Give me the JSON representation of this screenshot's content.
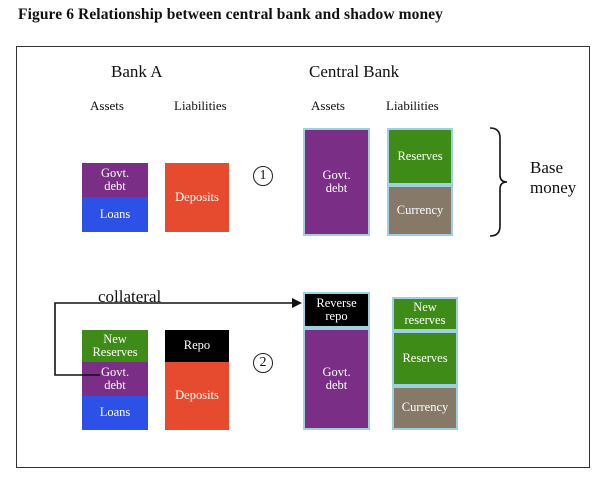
{
  "title": "Figure 6 Relationship between central bank and shadow money",
  "bank_a": {
    "header": "Bank A",
    "assets_label": "Assets",
    "liabilities_label": "Liabilities"
  },
  "central_bank": {
    "header": "Central Bank",
    "assets_label": "Assets",
    "liabilities_label": "Liabilities"
  },
  "step1": {
    "marker": "1",
    "bank_a_assets": [
      "Govt.\ndebt",
      "Loans"
    ],
    "bank_a_liabilities": [
      "Deposits"
    ],
    "cb_assets": [
      "Govt.\ndebt"
    ],
    "cb_liabilities": [
      "Reserves",
      "Currency"
    ]
  },
  "base_money_label": "Base\nmoney",
  "step2": {
    "marker": "2",
    "collateral_label": "collateral",
    "bank_a_assets": [
      "New\nReserves",
      "Govt.\ndebt",
      "Loans"
    ],
    "bank_a_liabilities": [
      "Repo",
      "Deposits"
    ],
    "cb_assets": [
      "Reverse\nrepo",
      "Govt.\ndebt"
    ],
    "cb_liabilities": [
      "New\nreserves",
      "Reserves",
      "Currency"
    ]
  },
  "colors": {
    "govt_debt": "#7a2e86",
    "loans": "#2d50e6",
    "deposits": "#e64a2f",
    "reserves": "#3e8b18",
    "currency": "#867967",
    "repo": "#000000"
  }
}
